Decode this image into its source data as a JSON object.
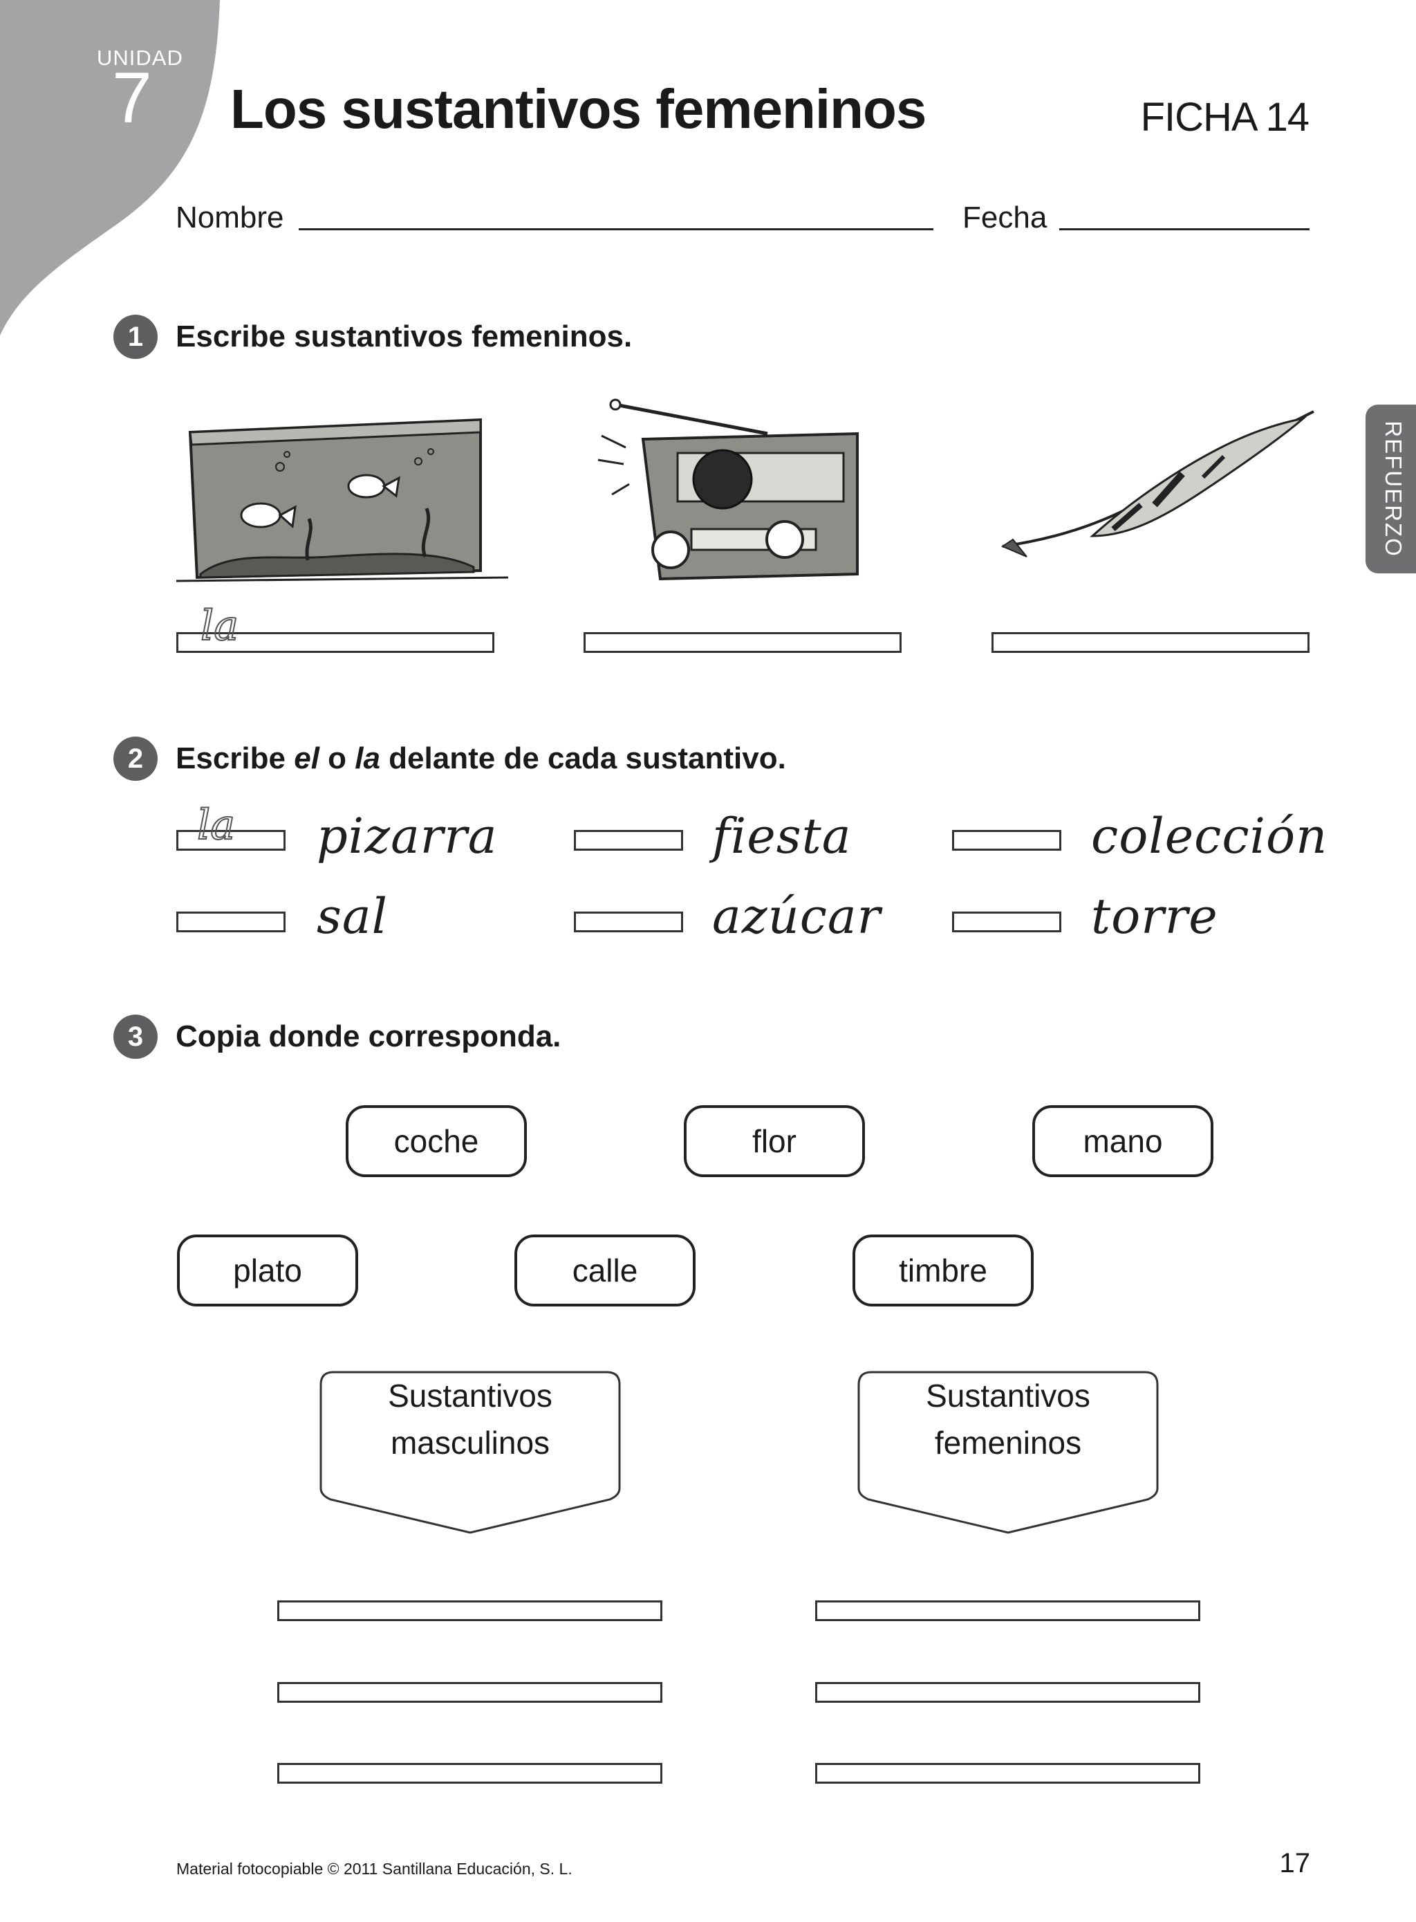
{
  "header": {
    "unit_label": "UNIDAD",
    "unit_number": "7",
    "title": "Los sustantivos femeninos",
    "sheet": "FICHA 14"
  },
  "fields": {
    "name_label": "Nombre",
    "date_label": "Fecha"
  },
  "side_tab": "REFUERZO",
  "exercise1": {
    "number": "1",
    "instruction": "Escribe sustantivos femeninos.",
    "images": [
      "aquarium-illustration",
      "radio-illustration",
      "feather-illustration"
    ],
    "example_article": "la"
  },
  "exercise2": {
    "number": "2",
    "instruction_parts": [
      "Escribe ",
      "el",
      " o ",
      "la",
      " delante de cada sustantivo."
    ],
    "example_article": "la",
    "words": [
      "pizarra",
      "fiesta",
      "colección",
      "sal",
      "azúcar",
      "torre"
    ]
  },
  "exercise3": {
    "number": "3",
    "instruction": "Copia donde corresponda.",
    "word_chips": [
      "coche",
      "flor",
      "mano",
      "plato",
      "calle",
      "timbre"
    ],
    "categories": [
      {
        "line1": "Sustantivos",
        "line2": "masculinos"
      },
      {
        "line1": "Sustantivos",
        "line2": "femeninos"
      }
    ]
  },
  "footer": {
    "copyright": "Material fotocopiable © 2011 Santillana Educación, S. L.",
    "page_number": "17"
  },
  "colors": {
    "corner_gray": "#a4a4a6",
    "badge_gray": "#5e5e60",
    "tab_gray": "#6f6f71"
  }
}
